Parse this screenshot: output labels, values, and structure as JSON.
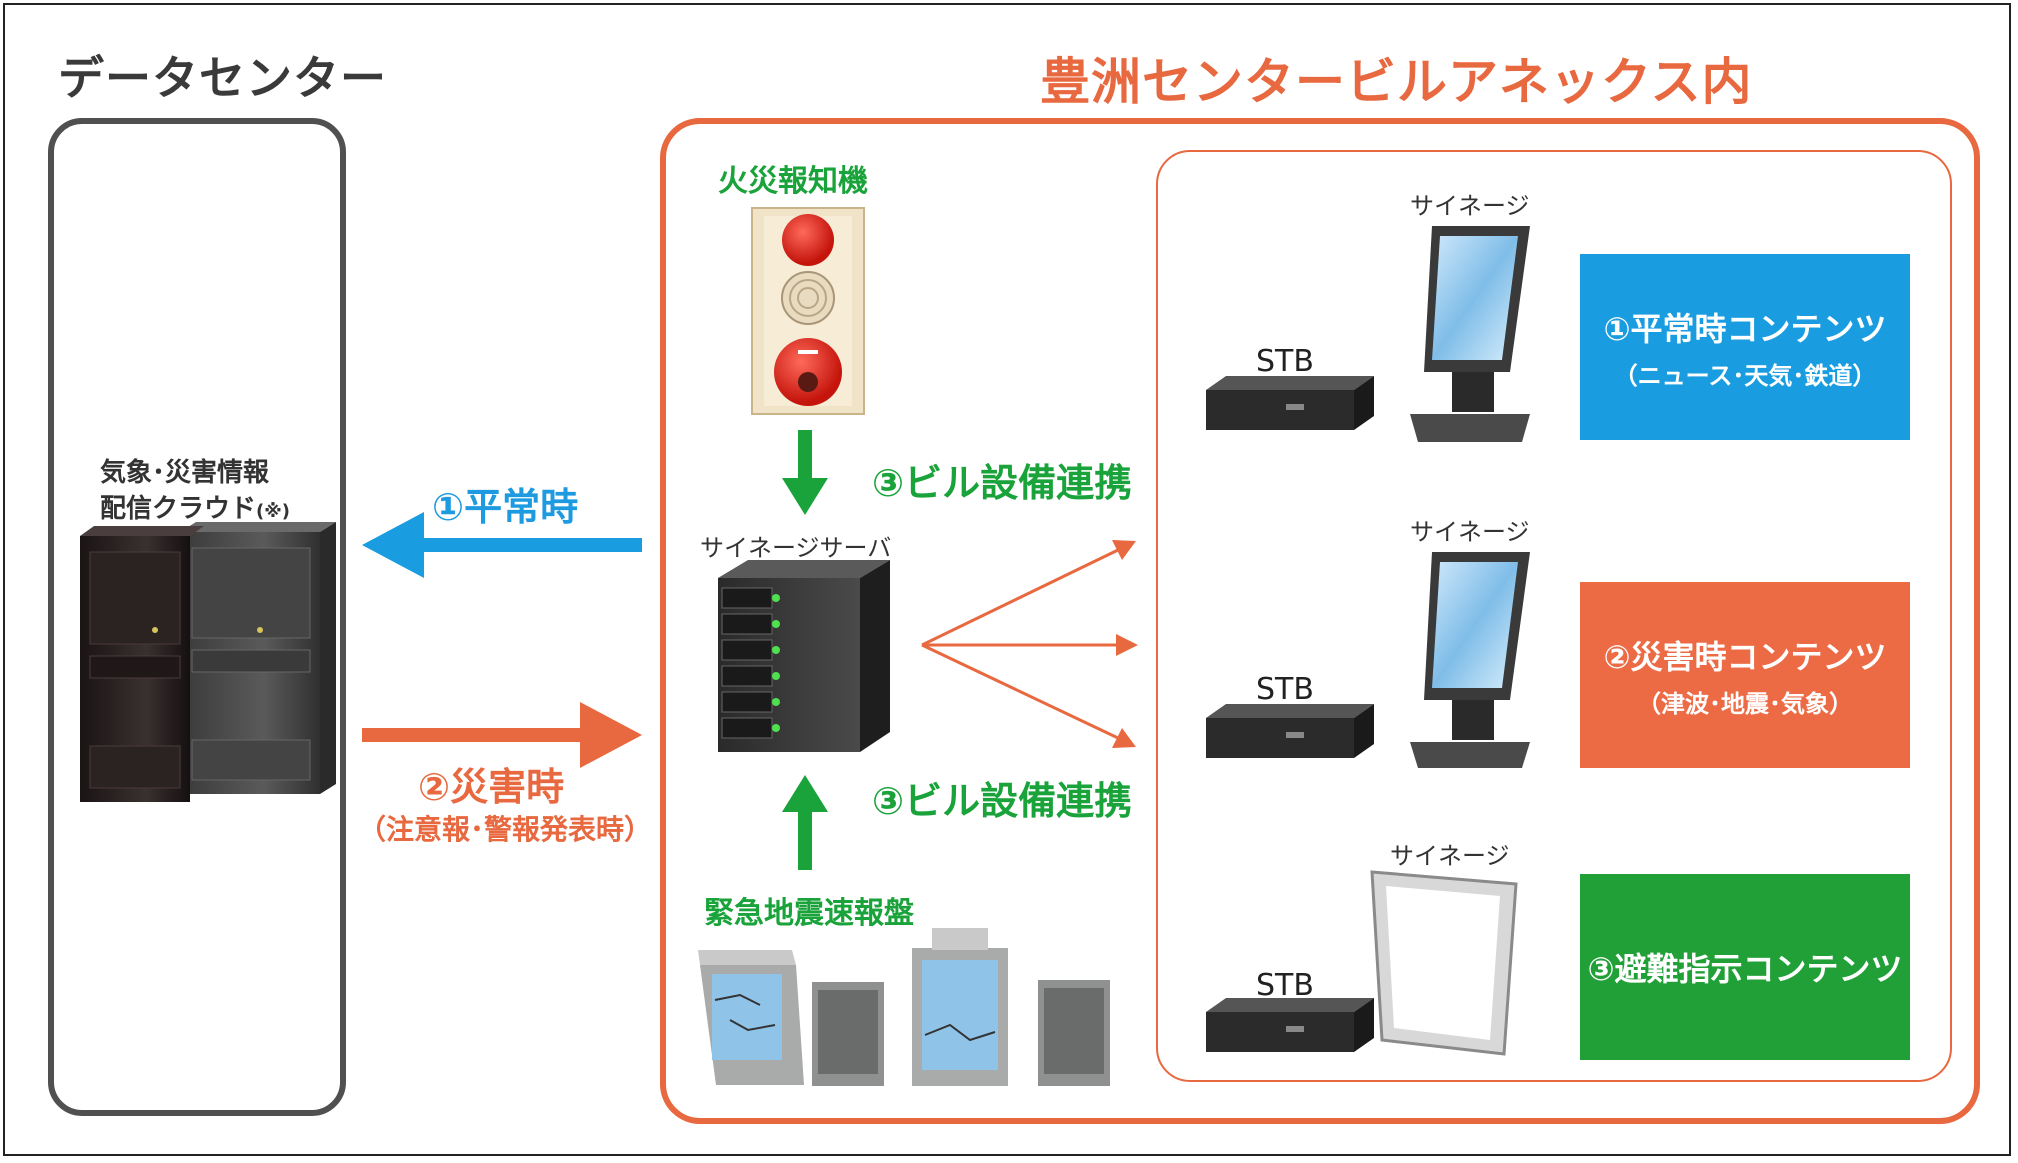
{
  "header": {
    "datacenter_title": "データセンター",
    "annex_title": "豊洲センタービルアネックス内"
  },
  "datacenter": {
    "cloud_label_line1": "気象･災害情報",
    "cloud_label_line2": "配信クラウド",
    "cloud_label_note": "(※)"
  },
  "arrows": {
    "normal_label": "①平常時",
    "disaster_label": "②災害時",
    "disaster_sub": "（注意報･警報発表時）",
    "building_link_top": "③ビル設備連携",
    "building_link_bottom": "③ビル設備連携"
  },
  "devices": {
    "fire_alarm": "火災報知機",
    "signage_server": "サイネージサーバ",
    "earthquake_panel": "緊急地震速報盤",
    "signage_label": "サイネージ",
    "stb_label": "STB"
  },
  "contents": [
    {
      "title": "①平常時コンテンツ",
      "sub": "（ニュース･天気･鉄道）",
      "color": "#1a9de0"
    },
    {
      "title": "②災害時コンテンツ",
      "sub": "（津波･地震･気象）",
      "color": "#ec6b45"
    },
    {
      "title": "③避難指示コンテンツ",
      "sub": "",
      "color": "#22a038"
    }
  ],
  "colors": {
    "blue": "#1a9de0",
    "orange": "#e8683f",
    "green": "#1aa33a",
    "gray": "#505050"
  }
}
